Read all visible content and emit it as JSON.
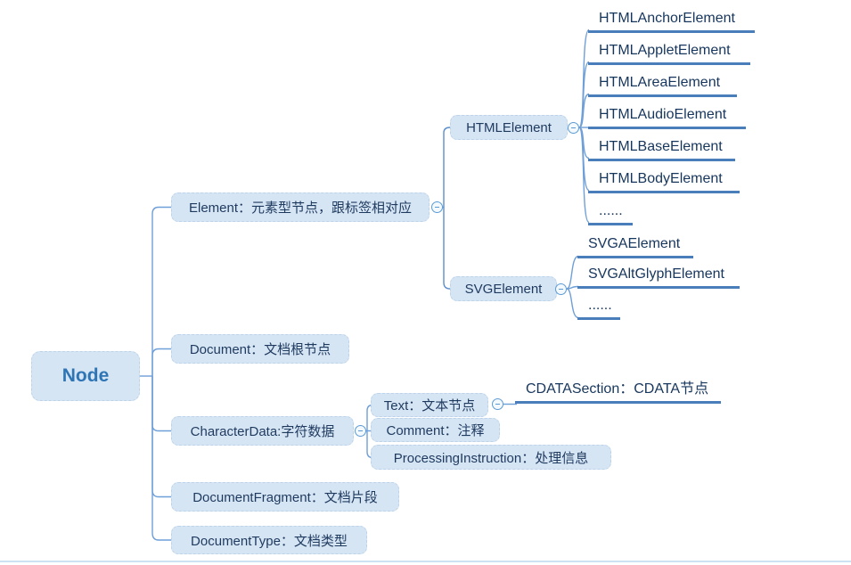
{
  "chart_type": "mindmap",
  "colors": {
    "topic_fill": "#d5e5f4",
    "topic_border": "#bdd3ea",
    "topic_text": "#1f3a5f",
    "root_text": "#2e75b6",
    "connector_line": "#6f9fd8",
    "leaf_underline": "#4a7ebb",
    "collapse_icon": "#5b9bd5",
    "bottom_divider": "#cfe2f3"
  },
  "root": {
    "label": "Node"
  },
  "level1": {
    "element": {
      "label": "Element：元素型节点，跟标签相对应"
    },
    "document": {
      "label": "Document：文档根节点"
    },
    "characterdata": {
      "label": "CharacterData:字符数据"
    },
    "documentfragment": {
      "label": "DocumentFragment：文档片段"
    },
    "documenttype": {
      "label": "DocumentType：文档类型"
    }
  },
  "element_children": {
    "htmlelement": {
      "label": "HTMLElement"
    },
    "svgelement": {
      "label": "SVGElement"
    }
  },
  "html_leaves": [
    "HTMLAnchorElement",
    "HTMLAppletElement",
    "HTMLAreaElement",
    "HTMLAudioElement",
    "HTMLBaseElement",
    "HTMLBodyElement",
    "......"
  ],
  "svg_leaves": [
    "SVGAElement",
    "SVGAltGlyphElement",
    "......"
  ],
  "characterdata_children": {
    "text": {
      "label": "Text：文本节点"
    },
    "comment": {
      "label": "Comment：注释"
    },
    "processinginstruction": {
      "label": "ProcessingInstruction：处理信息"
    }
  },
  "text_children": {
    "cdatasection": {
      "label": "CDATASection：CDATA节点"
    }
  }
}
